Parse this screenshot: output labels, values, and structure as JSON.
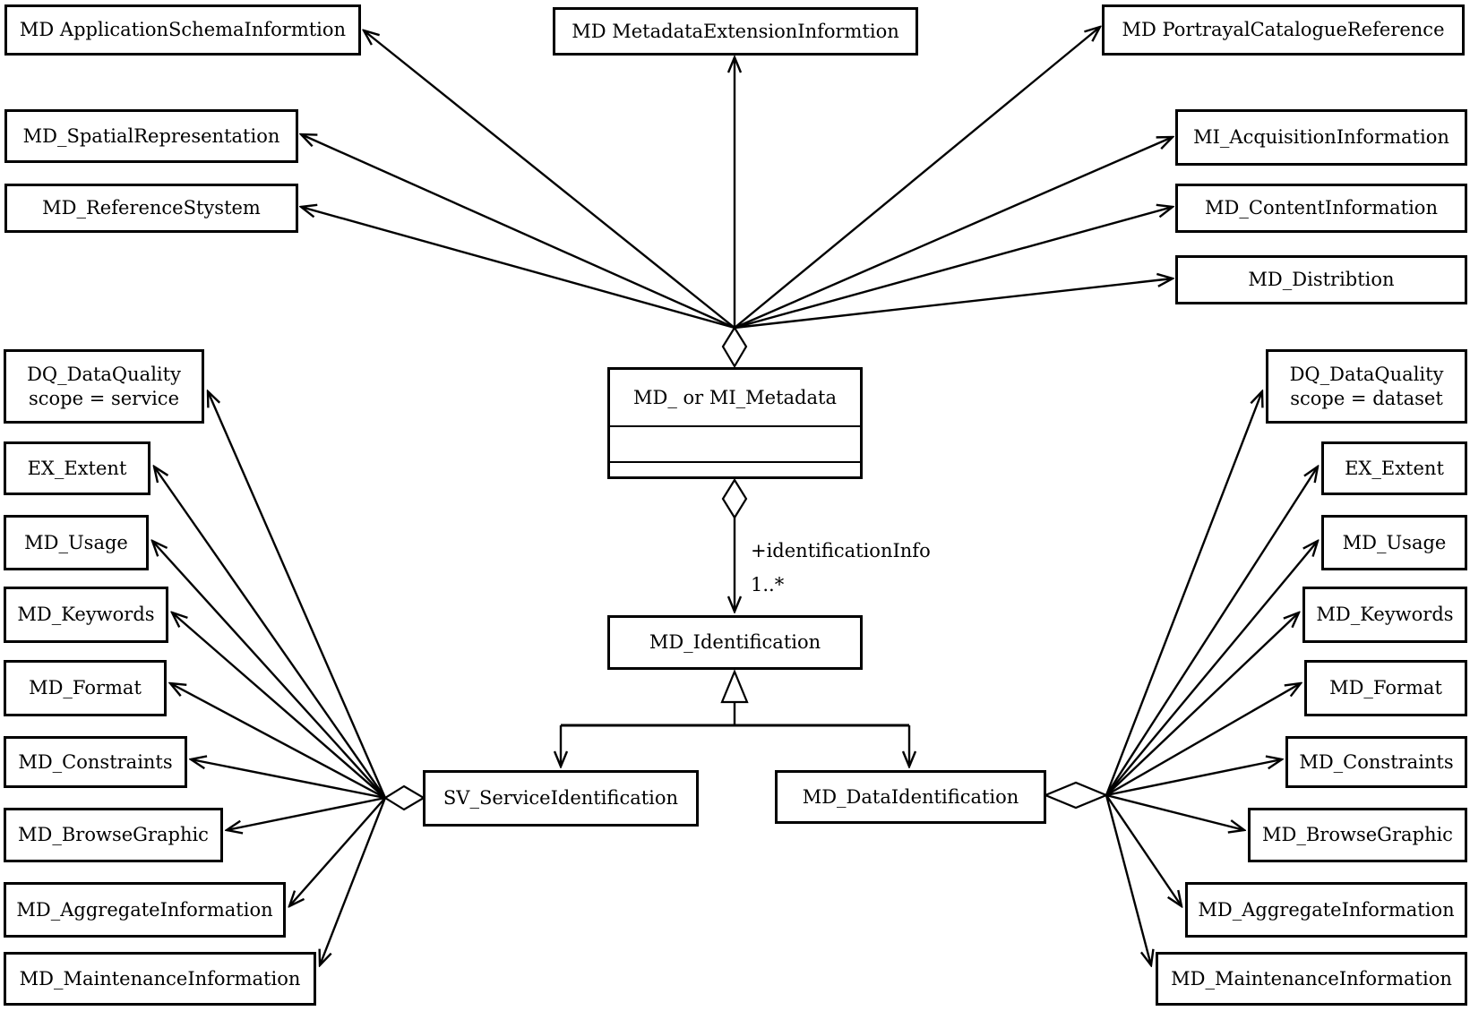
{
  "diagram": {
    "top_row": [
      "MD ApplicationSchemaInformtion",
      "MD MetadataExtensionInformtion",
      "MD PortrayalCatalogueReference"
    ],
    "upper_left": [
      "MD_SpatialRepresentation",
      "MD_ReferenceStystem"
    ],
    "upper_right": [
      "MI_AcquisitionInformation",
      "MD_ContentInformation",
      "MD_Distribtion"
    ],
    "center": {
      "metadata": "MD_ or MI_Metadata",
      "identification": "MD_Identification",
      "service": "SV_ServiceIdentification",
      "data": "MD_DataIdentification",
      "association_label": "+identificationInfo",
      "association_multiplicity": "1..*"
    },
    "left_column": [
      {
        "label": "DQ_DataQuality",
        "sublabel": "scope = service"
      },
      {
        "label": "EX_Extent"
      },
      {
        "label": "MD_Usage"
      },
      {
        "label": "MD_Keywords"
      },
      {
        "label": "MD_Format"
      },
      {
        "label": "MD_Constraints"
      },
      {
        "label": "MD_BrowseGraphic"
      },
      {
        "label": "MD_AggregateInformation"
      },
      {
        "label": "MD_MaintenanceInformation"
      }
    ],
    "right_column": [
      {
        "label": "DQ_DataQuality",
        "sublabel": "scope = dataset"
      },
      {
        "label": "EX_Extent"
      },
      {
        "label": "MD_Usage"
      },
      {
        "label": "MD_Keywords"
      },
      {
        "label": "MD_Format"
      },
      {
        "label": "MD_Constraints"
      },
      {
        "label": "MD_BrowseGraphic"
      },
      {
        "label": "MD_AggregateInformation"
      },
      {
        "label": "MD_MaintenanceInformation"
      }
    ],
    "relationships": {
      "metadata_aggregates": [
        "MD ApplicationSchemaInformtion",
        "MD MetadataExtensionInformtion",
        "MD PortrayalCatalogueReference",
        "MD_SpatialRepresentation",
        "MD_ReferenceStystem",
        "MI_AcquisitionInformation",
        "MD_ContentInformation",
        "MD_Distribtion"
      ],
      "metadata_to_identification": "aggregation, +identificationInfo 1..*",
      "identification_generalizes": [
        "SV_ServiceIdentification",
        "MD_DataIdentification"
      ],
      "service_identification_aggregates_left_column": true,
      "data_identification_aggregates_right_column": true
    },
    "colors": {
      "line": "#000000",
      "background": "#ffffff"
    }
  }
}
